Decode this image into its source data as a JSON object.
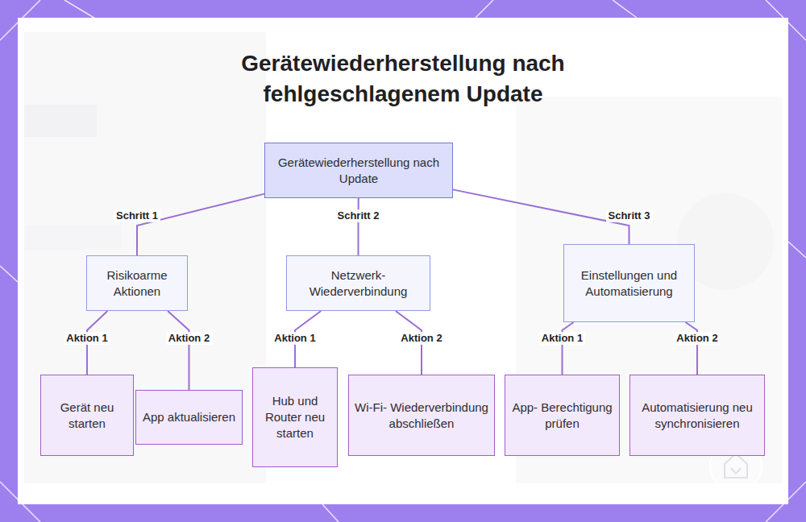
{
  "diagram": {
    "title": "Gerätewiederherstellung nach fehlgeschlagenem Update",
    "nodes": [
      {
        "text": [
          "Gerätewiederherstellung nach Update"
        ]
      },
      {
        "text": [
          "Risikoarme Aktionen"
        ]
      },
      {
        "text": [
          "Netzwerk- Wiederverbindung"
        ]
      },
      {
        "text": [
          "Einstellungen und Automatisierung"
        ]
      },
      {
        "text": [
          "Gerät neu starten"
        ]
      },
      {
        "text": [
          "App aktualisieren"
        ]
      },
      {
        "text": [
          "Hub und Router neu starten"
        ]
      },
      {
        "text": [
          "Wi-Fi- Wiederverbindung abschließen"
        ]
      },
      {
        "text": [
          "App- Berechtigung prüfen"
        ]
      },
      {
        "text": [
          "Automatisierung neu synchronisieren"
        ]
      }
    ],
    "edges": [
      {
        "from": 0,
        "to": 1,
        "arrow": "none",
        "label": "Schritt 1"
      },
      {
        "from": 0,
        "to": 2,
        "arrow": "none",
        "label": "Schritt 2"
      },
      {
        "from": 0,
        "to": 3,
        "arrow": "none",
        "label": "Schritt 3"
      },
      {
        "from": 1,
        "to": 4,
        "arrow": "none",
        "label": "Aktion 1"
      },
      {
        "from": 1,
        "to": 5,
        "arrow": "none",
        "label": "Aktion 2"
      },
      {
        "from": 2,
        "to": 6,
        "arrow": "none",
        "label": "Aktion 1"
      },
      {
        "from": 2,
        "to": 7,
        "arrow": "none",
        "label": "Aktion 2"
      },
      {
        "from": 3,
        "to": 8,
        "arrow": "none",
        "label": "Aktion 1"
      },
      {
        "from": 3,
        "to": 9,
        "arrow": "none",
        "label": "Aktion 2"
      }
    ]
  }
}
